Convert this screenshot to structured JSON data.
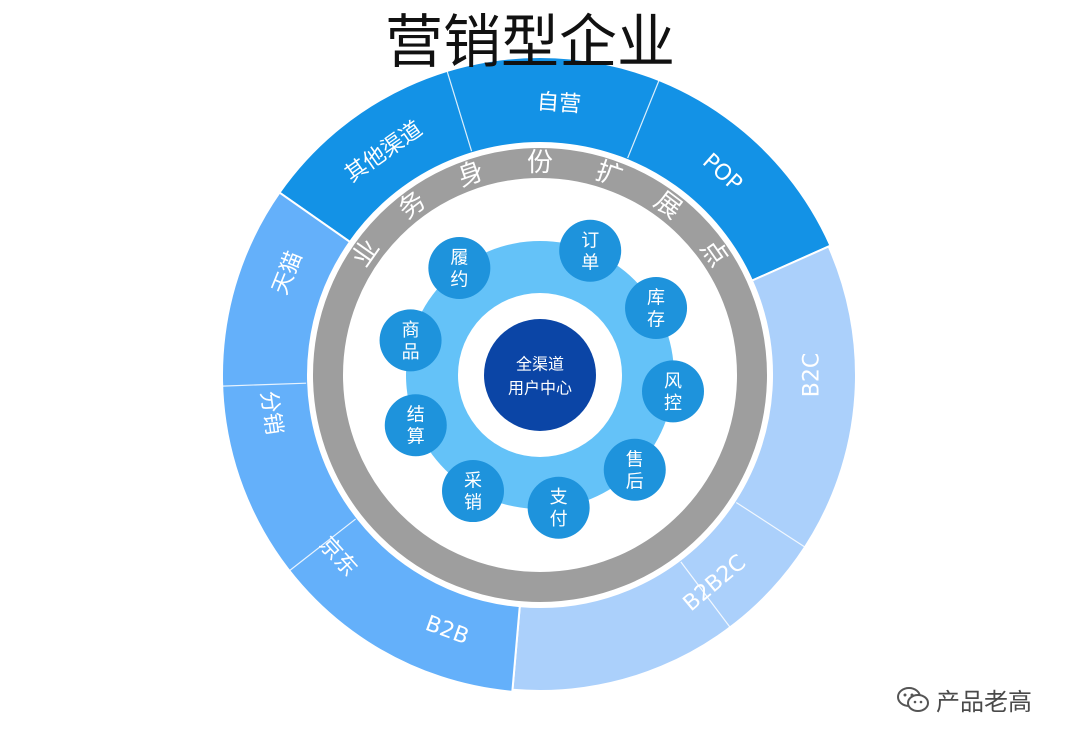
{
  "title": "营销型企业",
  "colors": {
    "dark_blue": "#1392e6",
    "mid_blue": "#64b0fa",
    "light_blue": "#abd0fb",
    "gray_ring": "#9e9e9e",
    "node_ring": "#64c2f8",
    "node": "#1e93dc",
    "core": "#0b45a6",
    "divider": "#ffffff"
  },
  "outer_ring": {
    "segments": [
      {
        "label": "其他渠道",
        "color": "dark_blue"
      },
      {
        "label": "自营",
        "color": "dark_blue"
      },
      {
        "label": "POP",
        "color": "dark_blue"
      },
      {
        "label": "B2C",
        "color": "light_blue"
      },
      {
        "label": "B2B2C",
        "color": "light_blue"
      },
      {
        "label": "B2B",
        "color": "light_blue"
      },
      {
        "label": "京东",
        "color": "mid_blue"
      },
      {
        "label": "分销",
        "color": "mid_blue"
      },
      {
        "label": "天猫",
        "color": "mid_blue"
      }
    ]
  },
  "business_ring": {
    "text": "业务身份扩展点"
  },
  "nodes": [
    {
      "label": [
        "订",
        "单"
      ]
    },
    {
      "label": [
        "库",
        "存"
      ]
    },
    {
      "label": [
        "风",
        "控"
      ]
    },
    {
      "label": [
        "售",
        "后"
      ]
    },
    {
      "label": [
        "支",
        "付"
      ]
    },
    {
      "label": [
        "采",
        "销"
      ]
    },
    {
      "label": [
        "结",
        "算"
      ]
    },
    {
      "label": [
        "商",
        "品"
      ]
    },
    {
      "label": [
        "履",
        "约"
      ]
    }
  ],
  "core": {
    "lines": [
      "全渠道",
      "用户中心"
    ]
  },
  "watermark": {
    "icon": "wechat-icon",
    "text": "产品老高"
  }
}
